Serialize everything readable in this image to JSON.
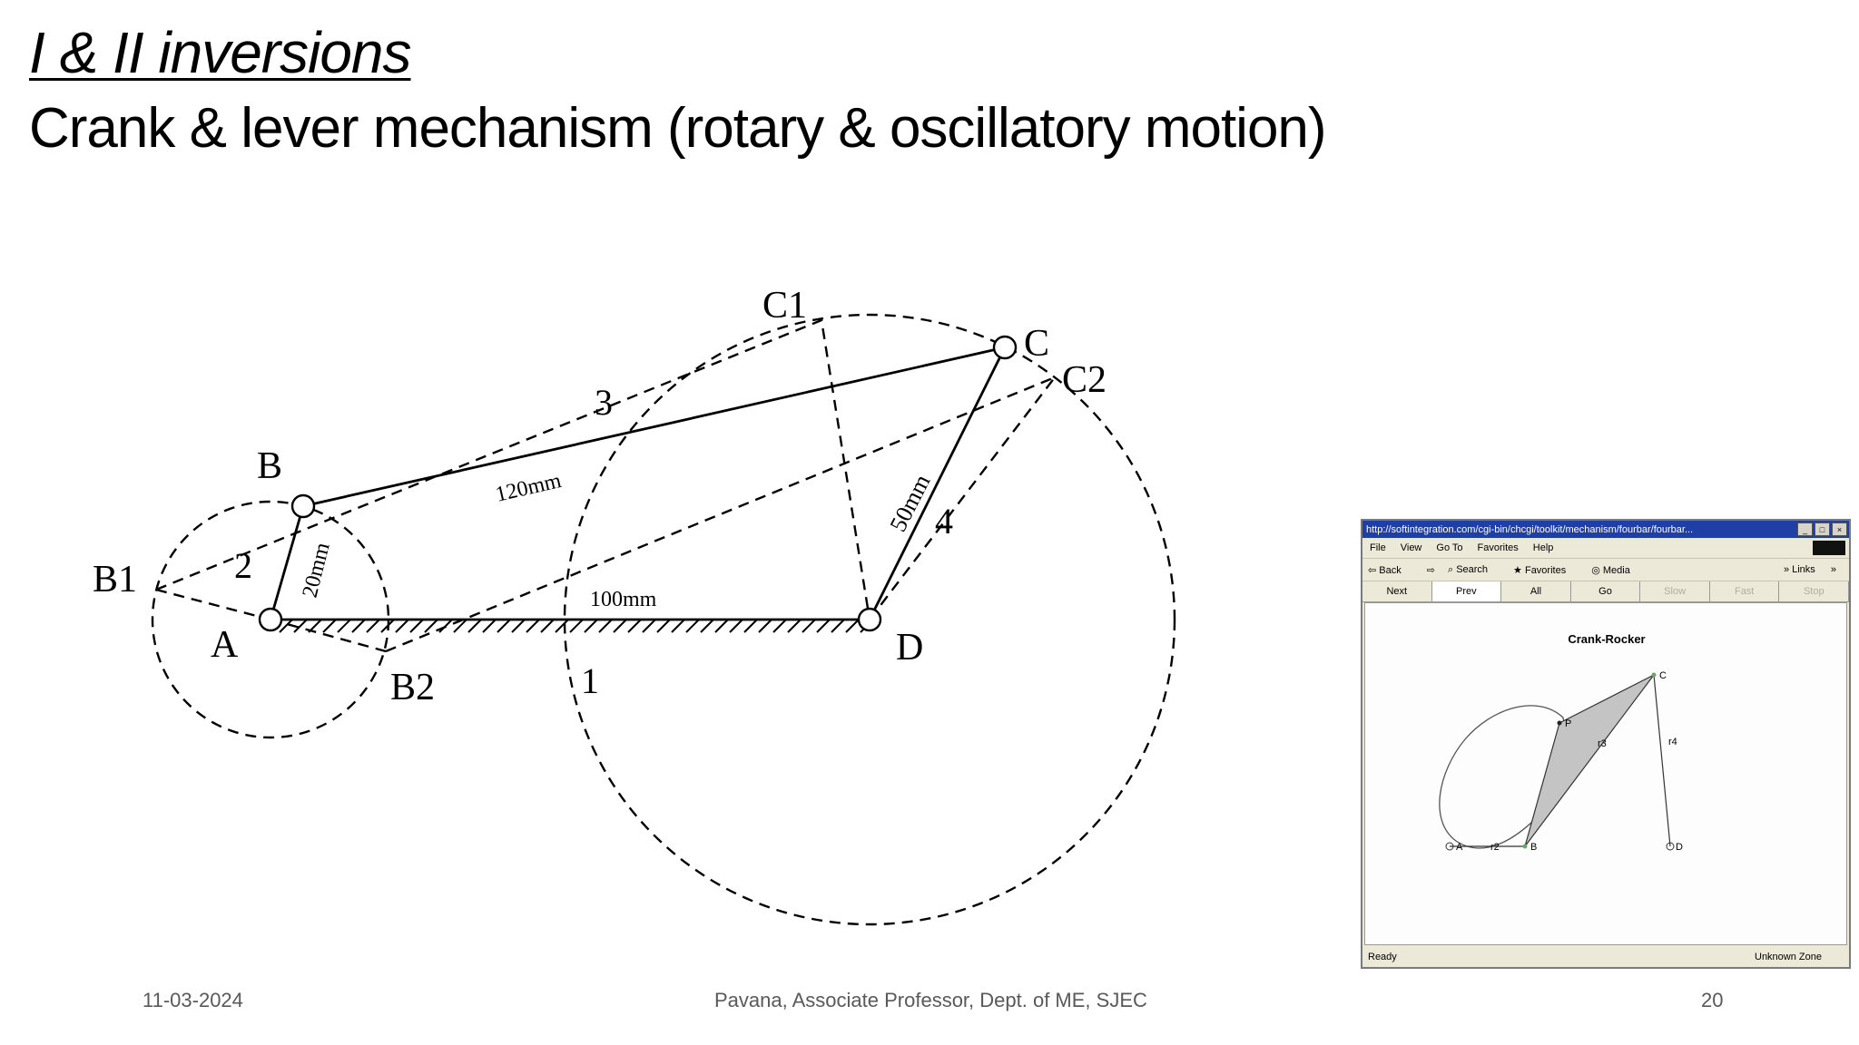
{
  "slide": {
    "title": "I & II inversions",
    "subtitle": "Crank & lever mechanism (rotary & oscillatory motion)"
  },
  "diagram": {
    "labels": {
      "A": "A",
      "B": "B",
      "B1": "B1",
      "B2": "B2",
      "C": "C",
      "C1": "C1",
      "C2": "C2",
      "D": "D",
      "link1": "1",
      "link2": "2",
      "link3": "3",
      "link4": "4",
      "dim_crank": "20mm",
      "dim_coupler": "120mm",
      "dim_rocker": "50mm",
      "dim_frame": "100mm"
    }
  },
  "browser": {
    "url": "http://softintegration.com/cgi-bin/chcgi/toolkit/mechanism/fourbar/fourbar...",
    "menu": [
      "File",
      "View",
      "Go To",
      "Favorites",
      "Help"
    ],
    "toolbar": [
      "Back",
      "Search",
      "Favorites",
      "Media",
      "Links"
    ],
    "nav_buttons": [
      {
        "label": "Next",
        "enabled": true
      },
      {
        "label": "Prev",
        "enabled": true
      },
      {
        "label": "All",
        "enabled": true
      },
      {
        "label": "Go",
        "enabled": true
      },
      {
        "label": "Slow",
        "enabled": false
      },
      {
        "label": "Fast",
        "enabled": false
      },
      {
        "label": "Stop",
        "enabled": false
      }
    ],
    "plot_title": "Crank-Rocker",
    "plot_labels": {
      "A": "A",
      "B": "B",
      "C": "C",
      "D": "D",
      "P": "P",
      "r2": "r2",
      "r3": "r3",
      "r4": "r4"
    },
    "status_left": "Ready",
    "status_zone": "Unknown Zone"
  },
  "footer": {
    "date": "11-03-2024",
    "author": "Pavana, Associate Professor, Dept. of ME, SJEC",
    "page": "20"
  }
}
